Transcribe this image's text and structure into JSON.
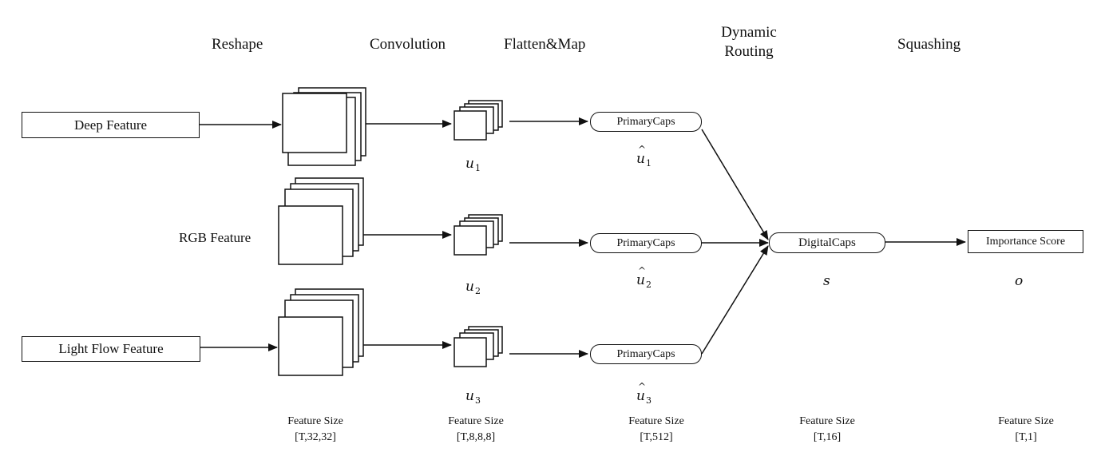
{
  "stages": {
    "reshape": "Reshape",
    "convolution": "Convolution",
    "flatten_map": "Flatten&Map",
    "dynamic_routing_1": "Dynamic",
    "dynamic_routing_2": "Routing",
    "squashing": "Squashing"
  },
  "inputs": {
    "deep": "Deep Feature",
    "rgb": "RGB Feature",
    "light_flow": "Light Flow Feature"
  },
  "capsules": {
    "primary_1": "PrimaryCaps",
    "primary_2": "PrimaryCaps",
    "primary_3": "PrimaryCaps",
    "digital": "DigitalCaps"
  },
  "output": {
    "score": "Importance Score"
  },
  "math": {
    "u": "u",
    "u1_sub": "1",
    "u2_sub": "2",
    "u3_sub": "3",
    "s": "s",
    "o": "o"
  },
  "feature_sizes": [
    {
      "label": "Feature Size",
      "value": "[T,32,32]"
    },
    {
      "label": "Feature Size",
      "value": "[T,8,8,8]"
    },
    {
      "label": "Feature Size",
      "value": "[T,512]"
    },
    {
      "label": "Feature Size",
      "value": "[T,16]"
    },
    {
      "label": "Feature Size",
      "value": "[T,1]"
    }
  ]
}
